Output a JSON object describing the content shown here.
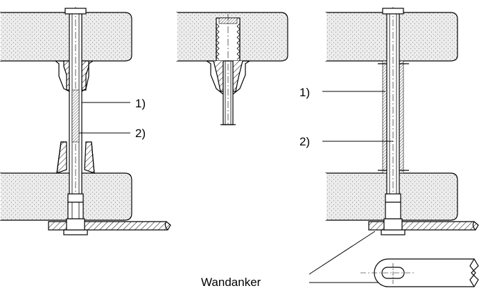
{
  "labels": {
    "callout_1": "1)",
    "callout_2": "2)",
    "wall_anchor": "Wandanker"
  },
  "colors": {
    "line": "#000000",
    "panel_fill": "#e9e9e9",
    "background": "#ffffff"
  }
}
